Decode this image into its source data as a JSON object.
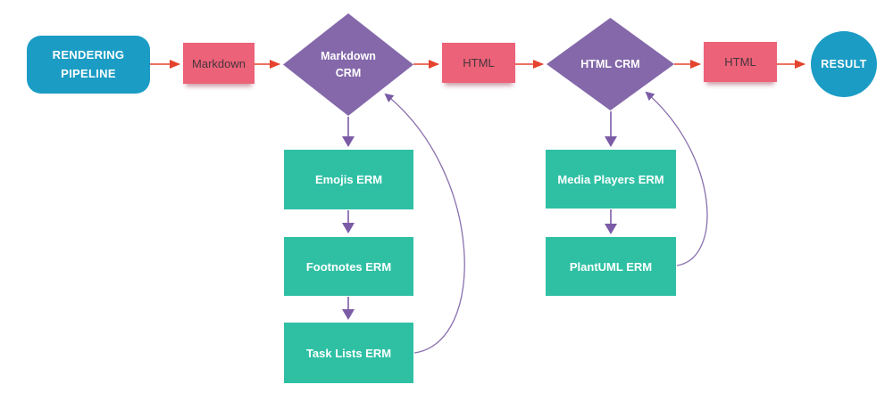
{
  "colors": {
    "node_blue": "#1b9cc4",
    "sticky_pink": "#ec6278",
    "decision_purple": "#8468aa",
    "process_green": "#2fc0a4",
    "flow_arrow_red": "#e5432e",
    "sub_arrow_purple": "#7b5ba6",
    "sticky_text": "#46353d"
  },
  "nodes": {
    "start": {
      "label": "RENDERING PIPELINE",
      "shape": "rounded-rect"
    },
    "note_markdown": {
      "label": "Markdown",
      "shape": "sticky-note"
    },
    "decision_markdown_crm": {
      "label": "Markdown CRM",
      "shape": "diamond"
    },
    "note_html_1": {
      "label": "HTML",
      "shape": "sticky-note"
    },
    "decision_html_crm": {
      "label": "HTML CRM",
      "shape": "diamond"
    },
    "note_html_2": {
      "label": "HTML",
      "shape": "sticky-note"
    },
    "result": {
      "label": "RESULT",
      "shape": "circle"
    },
    "erm_emojis": {
      "label": "Emojis ERM",
      "shape": "rect"
    },
    "erm_footnotes": {
      "label": "Footnotes ERM",
      "shape": "rect"
    },
    "erm_task_lists": {
      "label": "Task Lists ERM",
      "shape": "rect"
    },
    "erm_media_players": {
      "label": "Media Players ERM",
      "shape": "rect"
    },
    "erm_plantuml": {
      "label": "PlantUML ERM",
      "shape": "rect"
    }
  },
  "edges": [
    {
      "from": "start",
      "to": "note_markdown",
      "style": "red-straight"
    },
    {
      "from": "note_markdown",
      "to": "decision_markdown_crm",
      "style": "red-straight"
    },
    {
      "from": "decision_markdown_crm",
      "to": "note_html_1",
      "style": "red-straight"
    },
    {
      "from": "note_html_1",
      "to": "decision_html_crm",
      "style": "red-straight"
    },
    {
      "from": "decision_html_crm",
      "to": "note_html_2",
      "style": "red-straight"
    },
    {
      "from": "note_html_2",
      "to": "result",
      "style": "red-straight"
    },
    {
      "from": "decision_markdown_crm",
      "to": "erm_emojis",
      "style": "purple-straight"
    },
    {
      "from": "erm_emojis",
      "to": "erm_footnotes",
      "style": "purple-straight"
    },
    {
      "from": "erm_footnotes",
      "to": "erm_task_lists",
      "style": "purple-straight"
    },
    {
      "from": "erm_task_lists",
      "to": "decision_markdown_crm",
      "style": "purple-curved"
    },
    {
      "from": "decision_html_crm",
      "to": "erm_media_players",
      "style": "purple-straight"
    },
    {
      "from": "erm_media_players",
      "to": "erm_plantuml",
      "style": "purple-straight"
    },
    {
      "from": "erm_plantuml",
      "to": "decision_html_crm",
      "style": "purple-curved"
    }
  ]
}
